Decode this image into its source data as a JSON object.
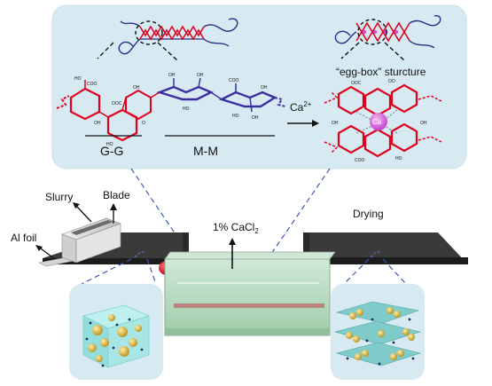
{
  "labels": {
    "gg": "G-G",
    "mm": "M-M",
    "ca_arrow": "Ca",
    "ca_arrow_sup": "2+",
    "eggbox": "“egg-box” sturcture",
    "ca_center": "Ca",
    "slurry": "Slurry",
    "blade": "Blade",
    "al_foil": "Al foil",
    "cacl2_prefix": "1% CaCl",
    "cacl2_sub": "2",
    "drying": "Drying",
    "chem_cooh": "COO",
    "chem_oh": "OH",
    "chem_ho": "HO",
    "chem_o": "O",
    "chem_oo": "OO",
    "chem_hooc": "OOC"
  },
  "colors": {
    "panel_top": "#d7eaf2",
    "g_block": "#e0001e",
    "m_block": "#3b2fa0",
    "ca_ion": "#d24bd8",
    "dashed_line": "#3a5bb0",
    "belt": "#333333",
    "roller": "#e8192c",
    "bath_liquid": "#b7dcc2",
    "hydrogel": "#9fe0df",
    "particle": "#d8b43a"
  }
}
